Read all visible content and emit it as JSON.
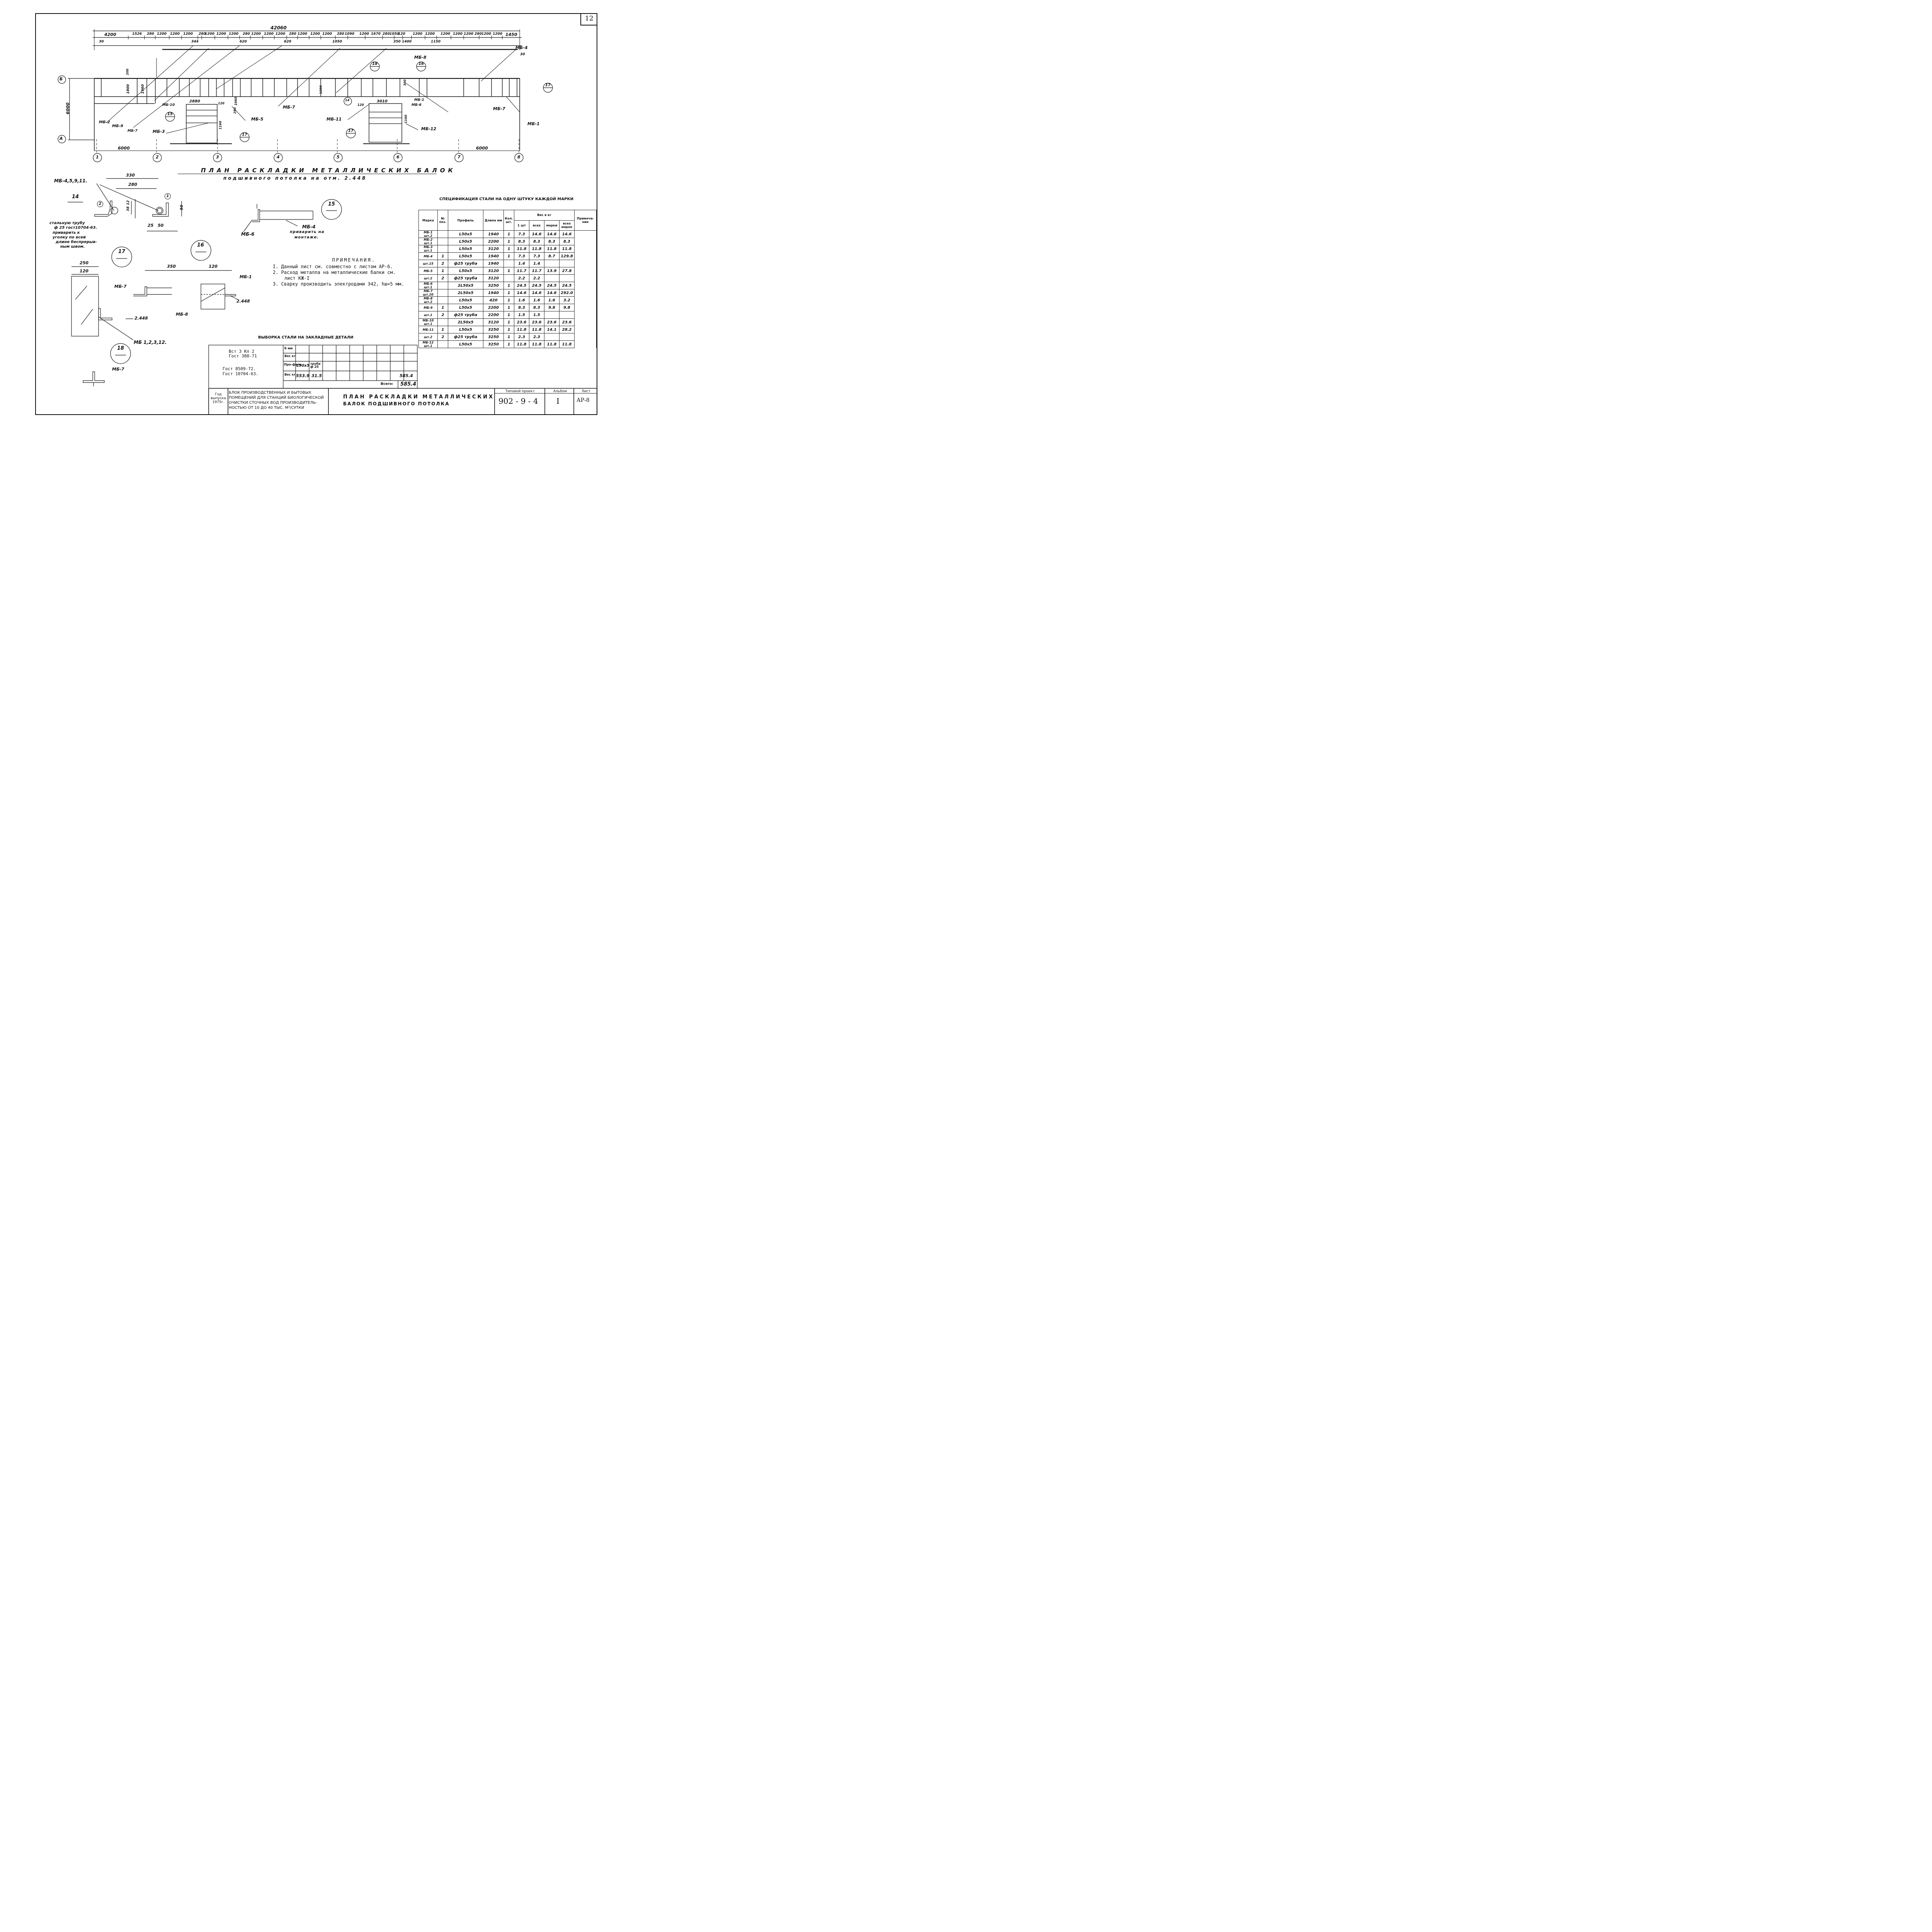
{
  "sheet_number": "12",
  "main_plan": {
    "title": "ПЛАН РАСКЛАДКИ МЕТАЛЛИЧЕСКИХ БАЛОК",
    "subtitle": "подшивного потолка на отм. 2.448",
    "total_dimension": "42060",
    "top_dims": [
      "4200",
      "1526",
      "280",
      "1200",
      "1200",
      "1200",
      "280",
      "1200",
      "1200",
      "1200",
      "280",
      "1200",
      "1200",
      "1200",
      "280",
      "1200",
      "1200",
      "1200",
      "280",
      "1090",
      "1200",
      "1670",
      "280",
      "1050",
      "120",
      "1200",
      "1200",
      "1200",
      "1200",
      "1200",
      "280",
      "1200",
      "1200",
      "1450"
    ],
    "second_dims": [
      "30",
      "344",
      "620",
      "620",
      "1050",
      "350",
      "1400",
      "1150"
    ],
    "axis_rows": [
      "Б",
      "А"
    ],
    "axis_cols": [
      "1",
      "2",
      "3",
      "4",
      "5",
      "6",
      "7",
      "8"
    ],
    "row_dim": "6000",
    "bay_dims": [
      "6000",
      "6000"
    ],
    "marks": [
      "МБ-4",
      "МБ-8",
      "МБ-2",
      "МБ-9",
      "МБ-7",
      "МБ-3",
      "МБ-10",
      "МБ-5",
      "МБ-7",
      "МБ-11",
      "МБ-6",
      "МБ-1",
      "МБ-12",
      "МБ-7",
      "МБ-1"
    ],
    "callouts": [
      "18",
      "16",
      "15",
      "17",
      "17",
      "17",
      "14"
    ],
    "dims_inner": [
      "200",
      "1800",
      "1960",
      "120",
      "2880",
      "1060",
      "280",
      "1160",
      "3010",
      "1160",
      "300",
      "1200",
      "120",
      "30"
    ]
  },
  "detail14": {
    "num": "14",
    "marks": "МБ-4,5,9,11.",
    "dims": [
      "330",
      "280",
      "12",
      "38",
      "25",
      "50",
      "50"
    ],
    "callouts": [
      "2",
      "1"
    ],
    "note": [
      "стальную трубу",
      "ф 25  гост10704-63.",
      "приварить к",
      "уголку по всей",
      "длине беспрерыв-",
      "ным швом."
    ]
  },
  "detail15": {
    "num": "15",
    "labels": [
      "МБ-6",
      "МБ-4",
      "приварить на",
      "монтаже."
    ]
  },
  "detail16": {
    "num": "16",
    "dims": [
      "350",
      "120"
    ],
    "labels": [
      "МБ-7",
      "МБ-1",
      "МБ-8",
      "2.448"
    ]
  },
  "detail17": {
    "num": "17",
    "dims": [
      "250",
      "120"
    ],
    "labels": [
      "2.448",
      "МБ 1,2,3,12."
    ]
  },
  "detail18": {
    "num": "18",
    "labels": [
      "МБ-7"
    ]
  },
  "notes": {
    "title": "ПРИМЕЧАНИЯ.",
    "items": [
      "I. Данный лист см. совместно с листом АР-6.",
      "2.  Расход металла на металлические балки см.",
      "    лист КЖ-I",
      "3. Сварку производить электродами Э42, hш=5 мм."
    ]
  },
  "spec_table": {
    "title": "СПЕЦИФИКАЦИЯ СТАЛИ НА ОДНУ ШТУКУ КАЖДОЙ МАРКИ",
    "headers": [
      "Марка",
      "№ поз.",
      "Профиль",
      "Длина мм",
      "Кол. шт.",
      "Вес в кг",
      "Примеча-ние"
    ],
    "weight_sub": [
      "1 шт",
      "всех",
      "марки",
      "всех марок"
    ],
    "rows": [
      [
        "МБ-1 шт.2",
        "",
        "L50x5",
        "1940",
        "1",
        "7.3",
        "14.6",
        "14.6",
        "14.6"
      ],
      [
        "МБ-2 шт.1",
        "",
        "L50x5",
        "2200",
        "1",
        "8.3",
        "8.3",
        "8.3",
        "8.3"
      ],
      [
        "МБ-3 шт.1",
        "",
        "L50x5",
        "3120",
        "1",
        "11.8",
        "11.8",
        "11.8",
        "11.8"
      ],
      [
        "МБ-4",
        "1",
        "L50x5",
        "1940",
        "1",
        "7.3",
        "7.3",
        "8.7",
        "129.8"
      ],
      [
        "шт.15",
        "2",
        "ф25 труба",
        "1940",
        "",
        "1.4",
        "1.4",
        "",
        ""
      ],
      [
        "МБ-5",
        "1",
        "L50x5",
        "3120",
        "1",
        "11.7",
        "11.7",
        "13.9",
        "27.8"
      ],
      [
        "шт.2",
        "2",
        "ф25 труба",
        "3120",
        "",
        "2.2",
        "2.2",
        "",
        ""
      ],
      [
        "МБ-6 шт.1",
        "",
        "2L50x5",
        "3250",
        "1",
        "24.5",
        "24.5",
        "24.5",
        "24.5"
      ],
      [
        "МБ-7 шт.20",
        "",
        "2L50x5",
        "1940",
        "1",
        "14.6",
        "14.6",
        "14.6",
        "292.0"
      ],
      [
        "МБ-8 шт.2",
        "",
        "L50x5",
        "420",
        "1",
        "1.6",
        "1.6",
        "1.6",
        "3.2"
      ],
      [
        "МБ-9",
        "1",
        "L50x5",
        "2200",
        "1",
        "8.3",
        "8.3",
        "9.8",
        "9.8"
      ],
      [
        "шт.1",
        "2",
        "ф25 труба",
        "2200",
        "1",
        "1.5",
        "1.5",
        "",
        ""
      ],
      [
        "МБ-10 шт.1",
        "",
        "2L50x5",
        "3120",
        "1",
        "23.6",
        "23.6",
        "23.6",
        "23.6"
      ],
      [
        "МБ-11",
        "1",
        "L50x5",
        "3250",
        "1",
        "11.8",
        "11.8",
        "14.1",
        "28.2"
      ],
      [
        "шт.2",
        "2",
        "ф25 труба",
        "3250",
        "1",
        "2.3",
        "2.3",
        "",
        ""
      ],
      [
        "МБ-12 шт.1",
        "",
        "L50x5",
        "3250",
        "1",
        "11.8",
        "11.8",
        "11.8",
        "11.8"
      ]
    ]
  },
  "selection_table": {
    "title": "ВЫБОРКА СТАЛИ НА ЗАКЛАДНЫЕ ДЕТАЛИ",
    "steel": [
      "Вст 3 Кп 2",
      "Гост 380-71"
    ],
    "gost": [
      "Гост  8509-72.",
      "Гост  10704-63."
    ],
    "row_labels": [
      "б мм",
      "Вес кг",
      "Про-филь",
      "Вес кг"
    ],
    "profile": [
      "L50x5",
      "труба ф 25"
    ],
    "weights": [
      "553.9",
      "31.5"
    ],
    "subtotal": "585.4",
    "total_label": "Всего:",
    "total": "585.4"
  },
  "stamp": {
    "year_label": "Год выпуска 1975г.",
    "object": [
      "БЛОК ПРОИЗВОДСТВЕННЫХ И БЫТОВЫХ",
      "ПОМЕЩЕНИЙ ДЛЯ СТАНЦИЙ БИОЛОГИЧЕСКОЙ",
      "ОЧИСТКИ СТОЧНЫХ ВОД ПРОИЗВОДИТЕЛЬ-",
      "НОСТЬЮ ОТ 10  ДО 40 ТЫС. М³/СУТКИ"
    ],
    "title": [
      "ПЛАН РАСКЛАДКИ МЕТАЛЛИЧЕСКИХ",
      "БАЛОК ПОДШИВНОГО ПОТОЛКА"
    ],
    "project_label": "Типовой проект",
    "project": "902 - 9 - 4",
    "album_label": "Альбом",
    "album": "I",
    "sheet_label": "Лист",
    "sheet": "АР-8"
  }
}
